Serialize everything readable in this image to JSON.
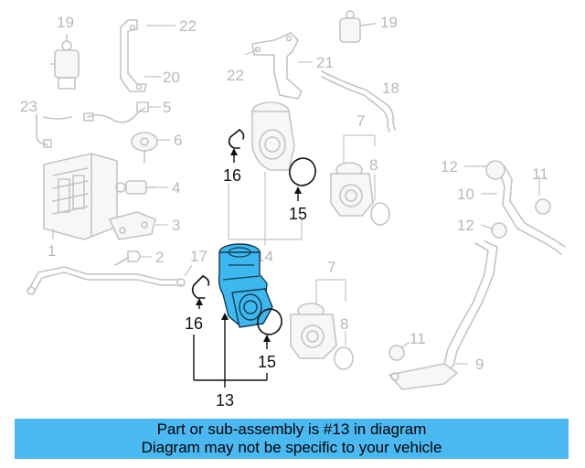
{
  "callouts": {
    "n1": "1",
    "n2": "2",
    "n3": "3",
    "n4": "4",
    "n5": "5",
    "n6": "6",
    "n7": "7",
    "n8": "8",
    "n9": "9",
    "n10": "10",
    "n11": "11",
    "n12": "12",
    "n13": "13",
    "n14": "14",
    "n15": "15",
    "n16": "16",
    "n17": "17",
    "n18": "18",
    "n19": "19",
    "n20": "20",
    "n21": "21",
    "n22": "22",
    "n23": "23"
  },
  "colors": {
    "highlight": "#3db8ee",
    "banner": "#4ab9f2",
    "ghost": "#c4c4c4",
    "label": "#b9b9b9"
  },
  "banner": {
    "line1": "Part or sub-assembly is #13 in diagram",
    "line2": "Diagram may not be specific to your vehicle"
  }
}
